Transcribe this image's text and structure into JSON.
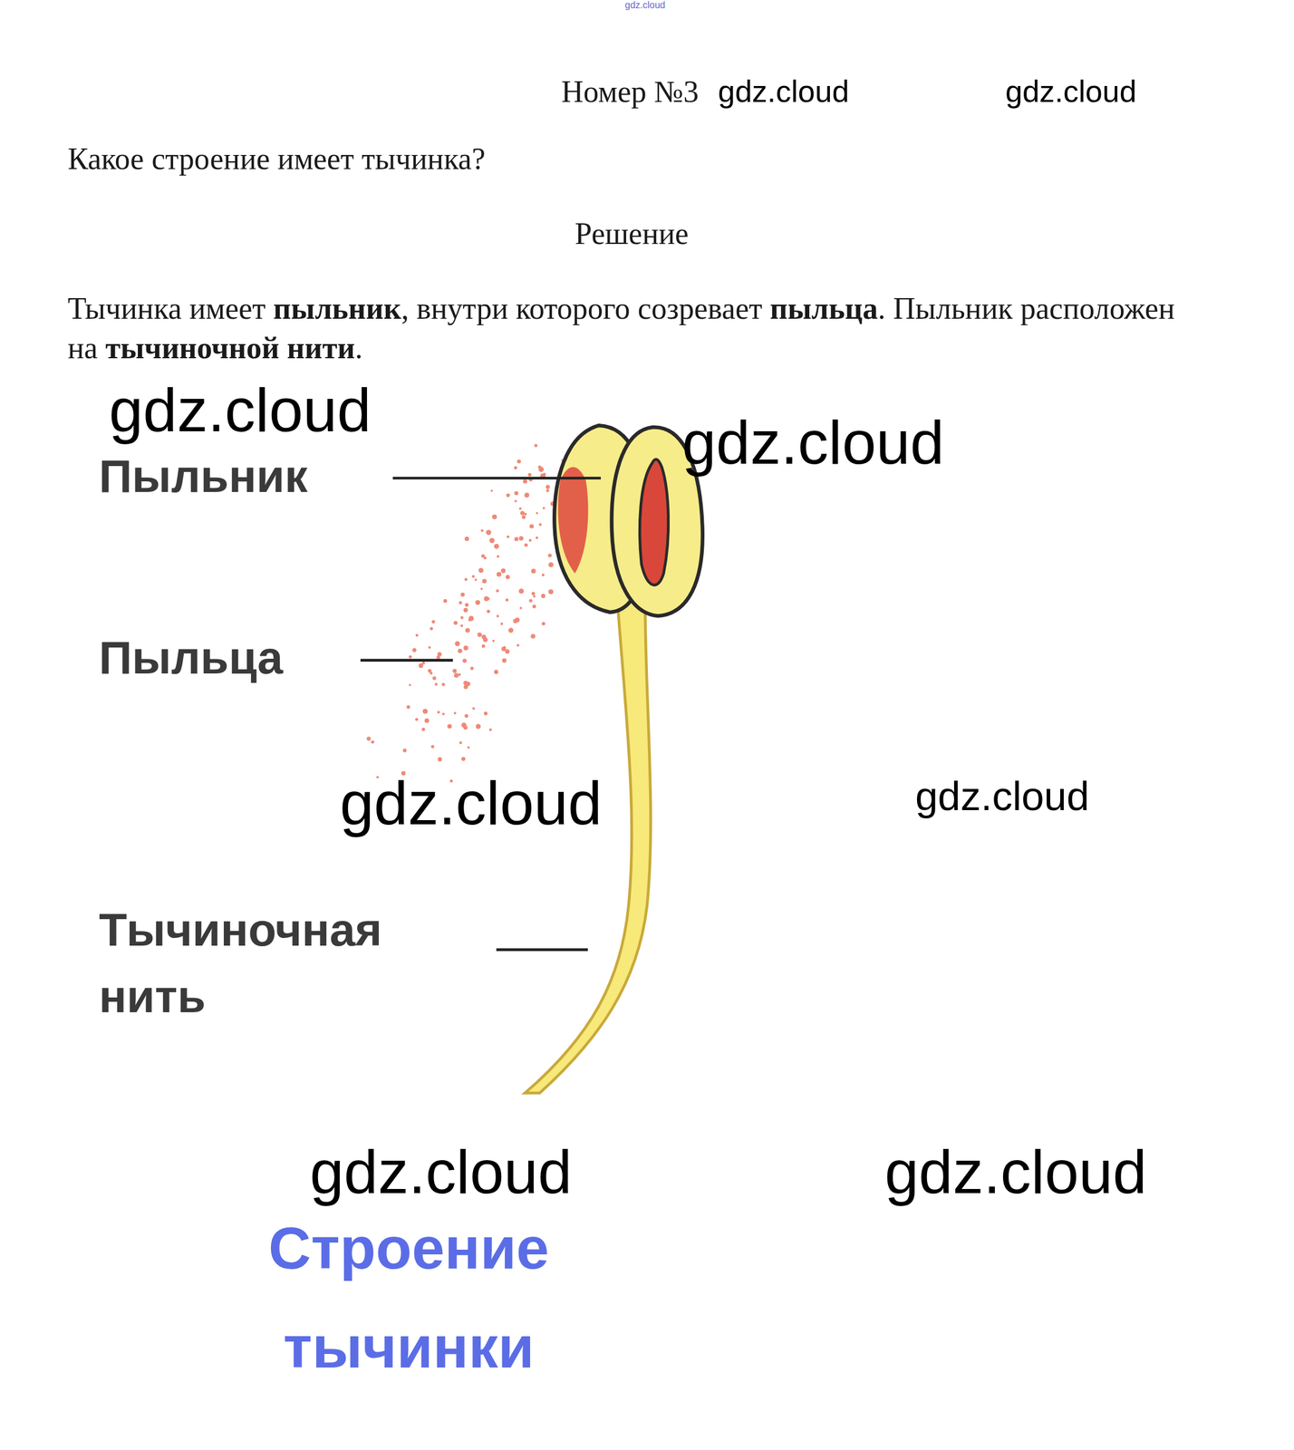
{
  "diagram": {
    "caption": "Строение тычинки",
    "labels": [
      "gdz.cloud",
      "Номер №3",
      "gdz.cloud",
      "gdz.cloud",
      "Какое строение имеет тычинка?",
      "Решение",
      "Тычинка имеет",
      "пыльник",
      ", внутри которого созревает",
      "пыльца",
      ". Пыльник расположен на",
      "тычиночной нити",
      ".",
      "gdz.cloud",
      "gdz.cloud",
      "Пыльник",
      "Пыльца",
      "gdz.cloud",
      "gdz.cloud",
      "Тычиночная нить",
      "gdz.cloud",
      "gdz.cloud"
    ]
  }
}
